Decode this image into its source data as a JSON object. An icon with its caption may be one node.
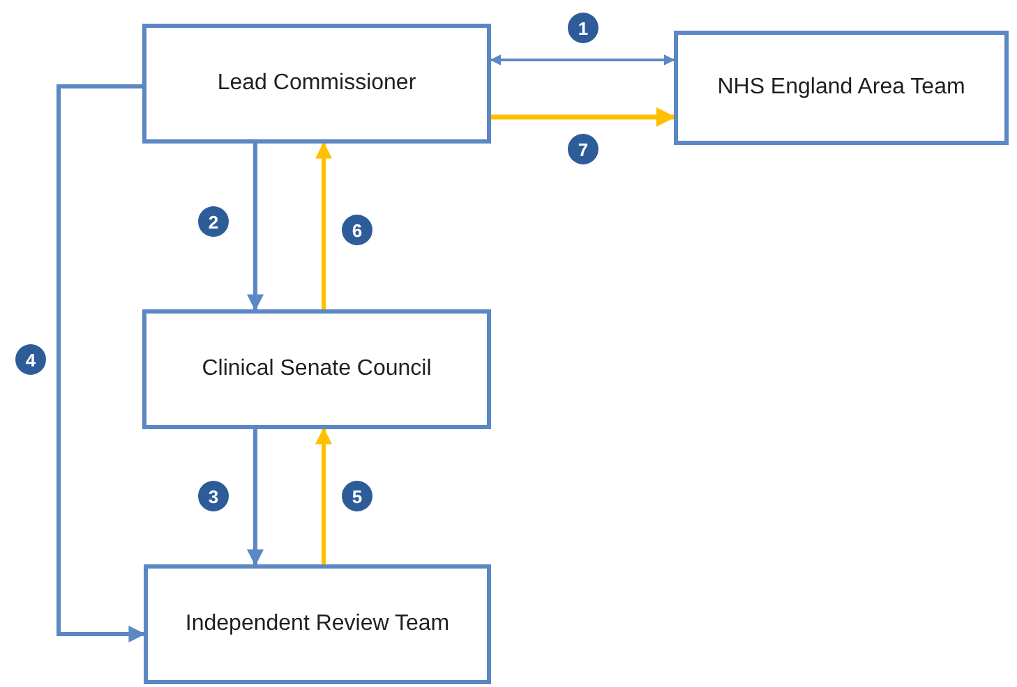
{
  "diagram": {
    "nodes": [
      {
        "text": [
          "Lead Commissioner"
        ]
      },
      {
        "text": [
          "NHS England Area Team"
        ]
      },
      {
        "text": [
          "Clinical Senate Council"
        ]
      },
      {
        "text": [
          "Independent Review Team"
        ]
      }
    ],
    "edges": [
      {
        "from": 0,
        "to": 1,
        "arrow": "both",
        "label": "1"
      },
      {
        "from": 0,
        "to": 1,
        "arrow": "to",
        "label": "7",
        "color": "#ffc000"
      },
      {
        "from": 0,
        "to": 2,
        "arrow": "to",
        "label": "2"
      },
      {
        "from": 2,
        "to": 0,
        "arrow": "to",
        "label": "6",
        "color": "#ffc000"
      },
      {
        "from": 2,
        "to": 3,
        "arrow": "to",
        "label": "3"
      },
      {
        "from": 3,
        "to": 2,
        "arrow": "to",
        "label": "5",
        "color": "#ffc000"
      },
      {
        "from": 0,
        "to": 3,
        "arrow": "to",
        "label": "4"
      }
    ]
  }
}
